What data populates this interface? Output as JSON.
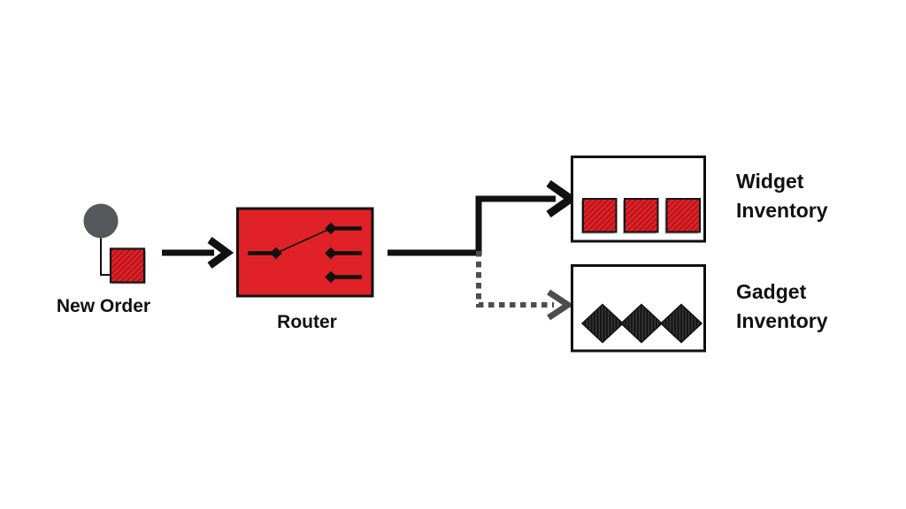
{
  "diagram_type": "message-routing-diagram",
  "nodes": {
    "new_order": {
      "label": "New Order",
      "icon": "message-icon"
    },
    "router": {
      "label": "Router",
      "icon": "switch-icon"
    },
    "widget_inventory": {
      "label": "Widget Inventory",
      "icon": "queue-box",
      "item_icon": "red-hatched-square",
      "item_count": 3
    },
    "gadget_inventory": {
      "label": "Gadget Inventory",
      "icon": "queue-box",
      "item_icon": "black-hatched-diamond",
      "item_count": 3
    }
  },
  "edges": [
    {
      "from": "New Order",
      "to": "Router",
      "style": "solid"
    },
    {
      "from": "Router",
      "to": "Widget Inventory",
      "style": "solid"
    },
    {
      "from": "Router",
      "to": "Gadget Inventory",
      "style": "dotted"
    }
  ],
  "colors": {
    "accent_red": "#E02127",
    "hatch_dark_red": "#9E1116",
    "node_gray": "#58595B",
    "dotted_gray": "#4D4D4D",
    "line_black": "#111111",
    "background": "#FFFFFF"
  }
}
